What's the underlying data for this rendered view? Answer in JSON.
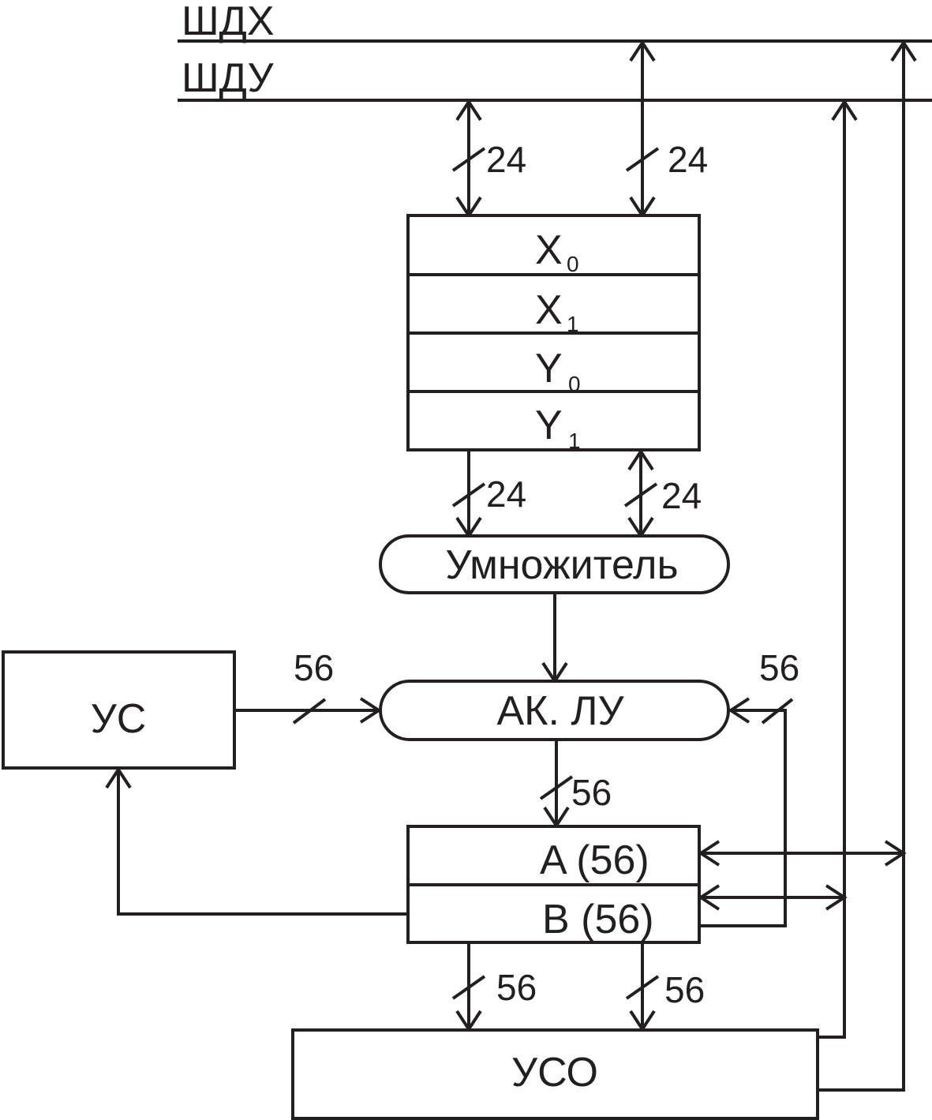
{
  "buses": {
    "x_bus": "ШДХ",
    "y_bus": "ШДУ"
  },
  "bus_widths": {
    "bus_to_reg_left": "24",
    "bus_to_reg_right": "24",
    "reg_to_mult_left": "24",
    "reg_to_mult_right": "24",
    "us_to_alu": "56",
    "feedback_to_alu": "56",
    "alu_to_acc": "56",
    "acc_to_uso_left": "56",
    "acc_to_uso_right": "56"
  },
  "registers": {
    "x0": {
      "letter": "X",
      "index": "0"
    },
    "x1": {
      "letter": "X",
      "index": "1"
    },
    "y0": {
      "letter": "Y",
      "index": "0"
    },
    "y1": {
      "letter": "Y",
      "index": "1"
    }
  },
  "blocks": {
    "multiplier": "Умножитель",
    "alu": "АК. ЛУ",
    "us": "УС",
    "acc_a": "A (56)",
    "acc_b": "B (56)",
    "uso": "УСО"
  },
  "colors": {
    "stroke": "#231f20",
    "background": "#ffffff"
  }
}
